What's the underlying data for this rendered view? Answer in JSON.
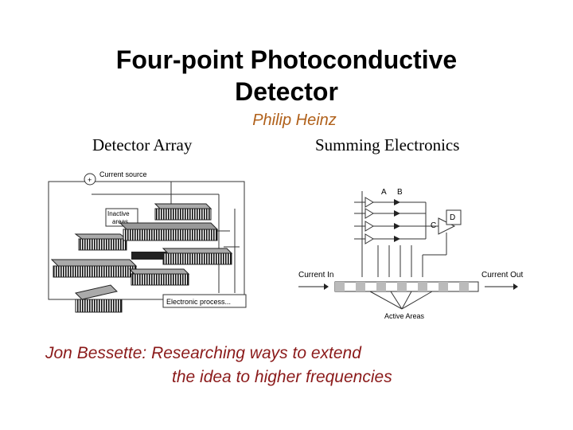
{
  "slide": {
    "title_line1": "Four-point Photoconductive",
    "title_line2": "Detector",
    "author": "Philip Heinz",
    "left_label": "Detector Array",
    "right_label": "Summing Electronics",
    "bottom_line1": "Jon Bessette:  Researching ways to extend",
    "bottom_line2": "the idea to higher frequencies"
  },
  "detector_figure": {
    "current_source": "Current source",
    "inactive_areas_1": "Inactive",
    "inactive_areas_2": "areas",
    "electronic_processing": "Electronic process..."
  },
  "circuit_figure": {
    "label_a": "A",
    "label_b": "B",
    "label_c": "C",
    "label_d": "D",
    "current_in": "Current In",
    "current_out": "Current Out",
    "active_areas": "Active Areas"
  }
}
